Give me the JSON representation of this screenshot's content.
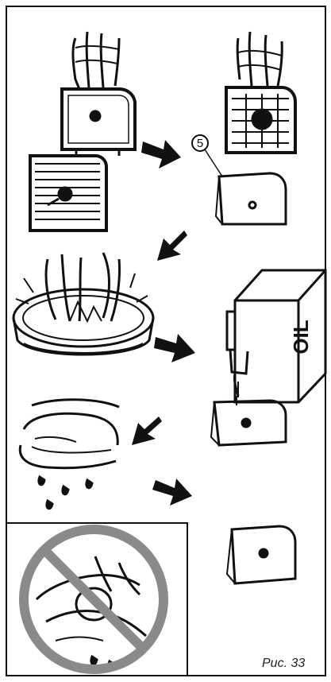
{
  "figure": {
    "caption": "Рис. 33",
    "part_number": "5",
    "container_label": "OIL"
  },
  "icons": {
    "prohibited": "prohibition-sign-icon",
    "arrow": "step-arrow-icon"
  },
  "colors": {
    "ink": "#111111",
    "prohibition_ring": "#8a8a8a",
    "background": "#ffffff"
  }
}
